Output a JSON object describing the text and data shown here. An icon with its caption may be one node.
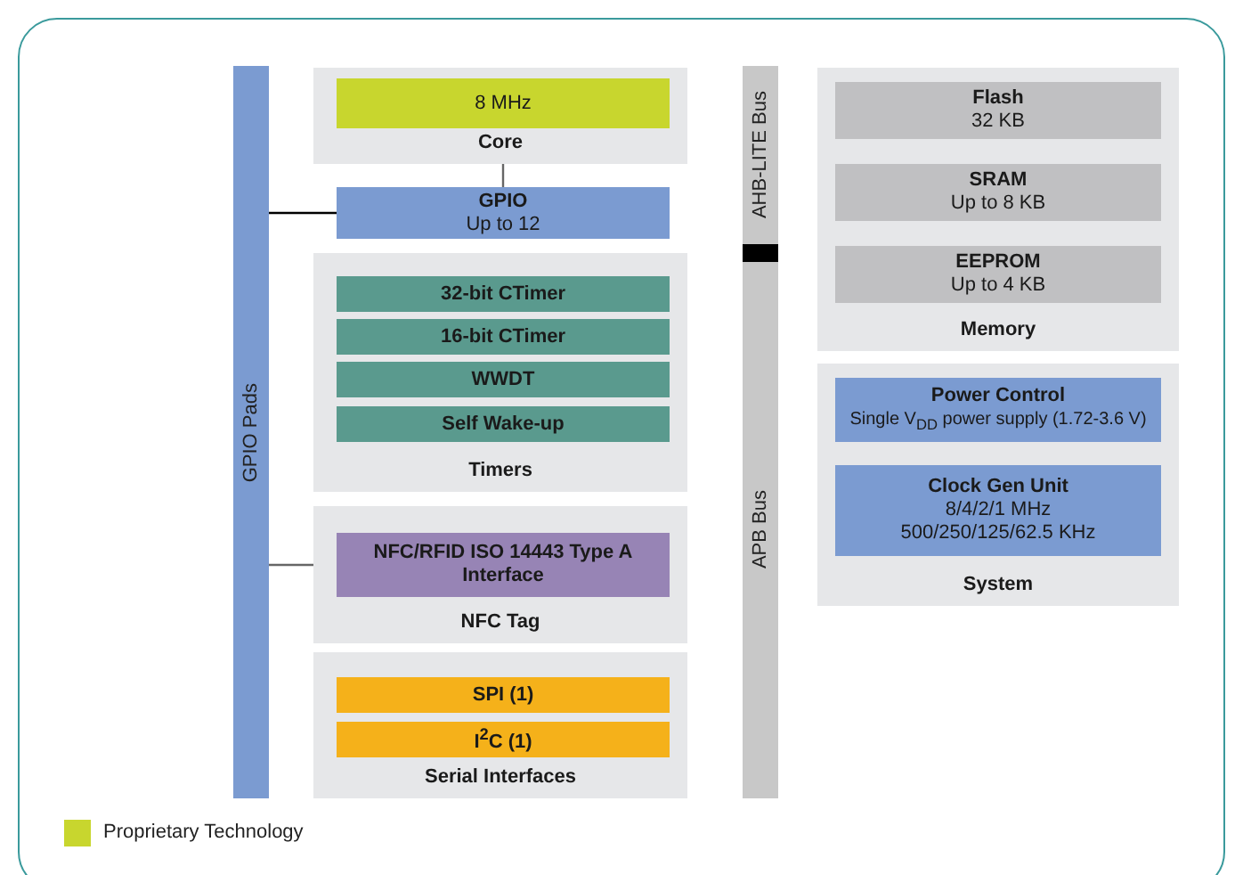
{
  "diagram": {
    "nodes": [
      {
        "text": [
          "GPIO Pads"
        ]
      },
      {
        "text": [
          "Core"
        ]
      },
      {
        "text": [
          "8 MHz"
        ],
        "in": 1
      },
      {
        "text": [
          "GPIO",
          "Up to 12"
        ]
      },
      {
        "text": [
          "Timers"
        ]
      },
      {
        "text": [
          "32-bit CTimer"
        ],
        "in": 4
      },
      {
        "text": [
          "16-bit CTimer"
        ],
        "in": 4
      },
      {
        "text": [
          "WWDT"
        ],
        "in": 4
      },
      {
        "text": [
          "Self Wake-up"
        ],
        "in": 4
      },
      {
        "text": [
          "NFC Tag"
        ]
      },
      {
        "text": [
          "NFC/RFID ISO 14443 Type A Interface"
        ],
        "in": 9
      },
      {
        "text": [
          "Serial Interfaces"
        ]
      },
      {
        "text": [
          "SPI (1)"
        ],
        "in": 11
      },
      {
        "text": [
          "I$^{2}$C (1)"
        ],
        "in": 11
      },
      {
        "text": [
          "AHB-LITE Bus"
        ]
      },
      {
        "text": [
          "APB Bus"
        ]
      },
      {
        "text": [
          "Memory"
        ]
      },
      {
        "text": [
          "Flash",
          "32 KB"
        ],
        "in": 16
      },
      {
        "text": [
          "SRAM",
          "Up to 8 KB"
        ],
        "in": 16
      },
      {
        "text": [
          "EEPROM",
          "Up to 4 KB"
        ],
        "in": 16
      },
      {
        "text": [
          "System"
        ]
      },
      {
        "text": [
          "Power Control",
          "Single V$_{DD}$ power supply (1.72-3.6 V)"
        ],
        "in": 20
      },
      {
        "text": [
          "Clock Gen Unit",
          "8/4/2/1 MHz 500/250/125/62.5 KHz"
        ],
        "in": 20
      }
    ],
    "edges": [
      {
        "from": 0,
        "to": 3,
        "arrow": "none",
        "color": "#000000"
      },
      {
        "from": 1,
        "to": 3,
        "arrow": "none"
      },
      {
        "from": 0,
        "to": 10,
        "arrow": "none"
      }
    ],
    "legend": [
      {
        "text": "Proprietary Technology",
        "color": "#c8d62e"
      }
    ]
  }
}
